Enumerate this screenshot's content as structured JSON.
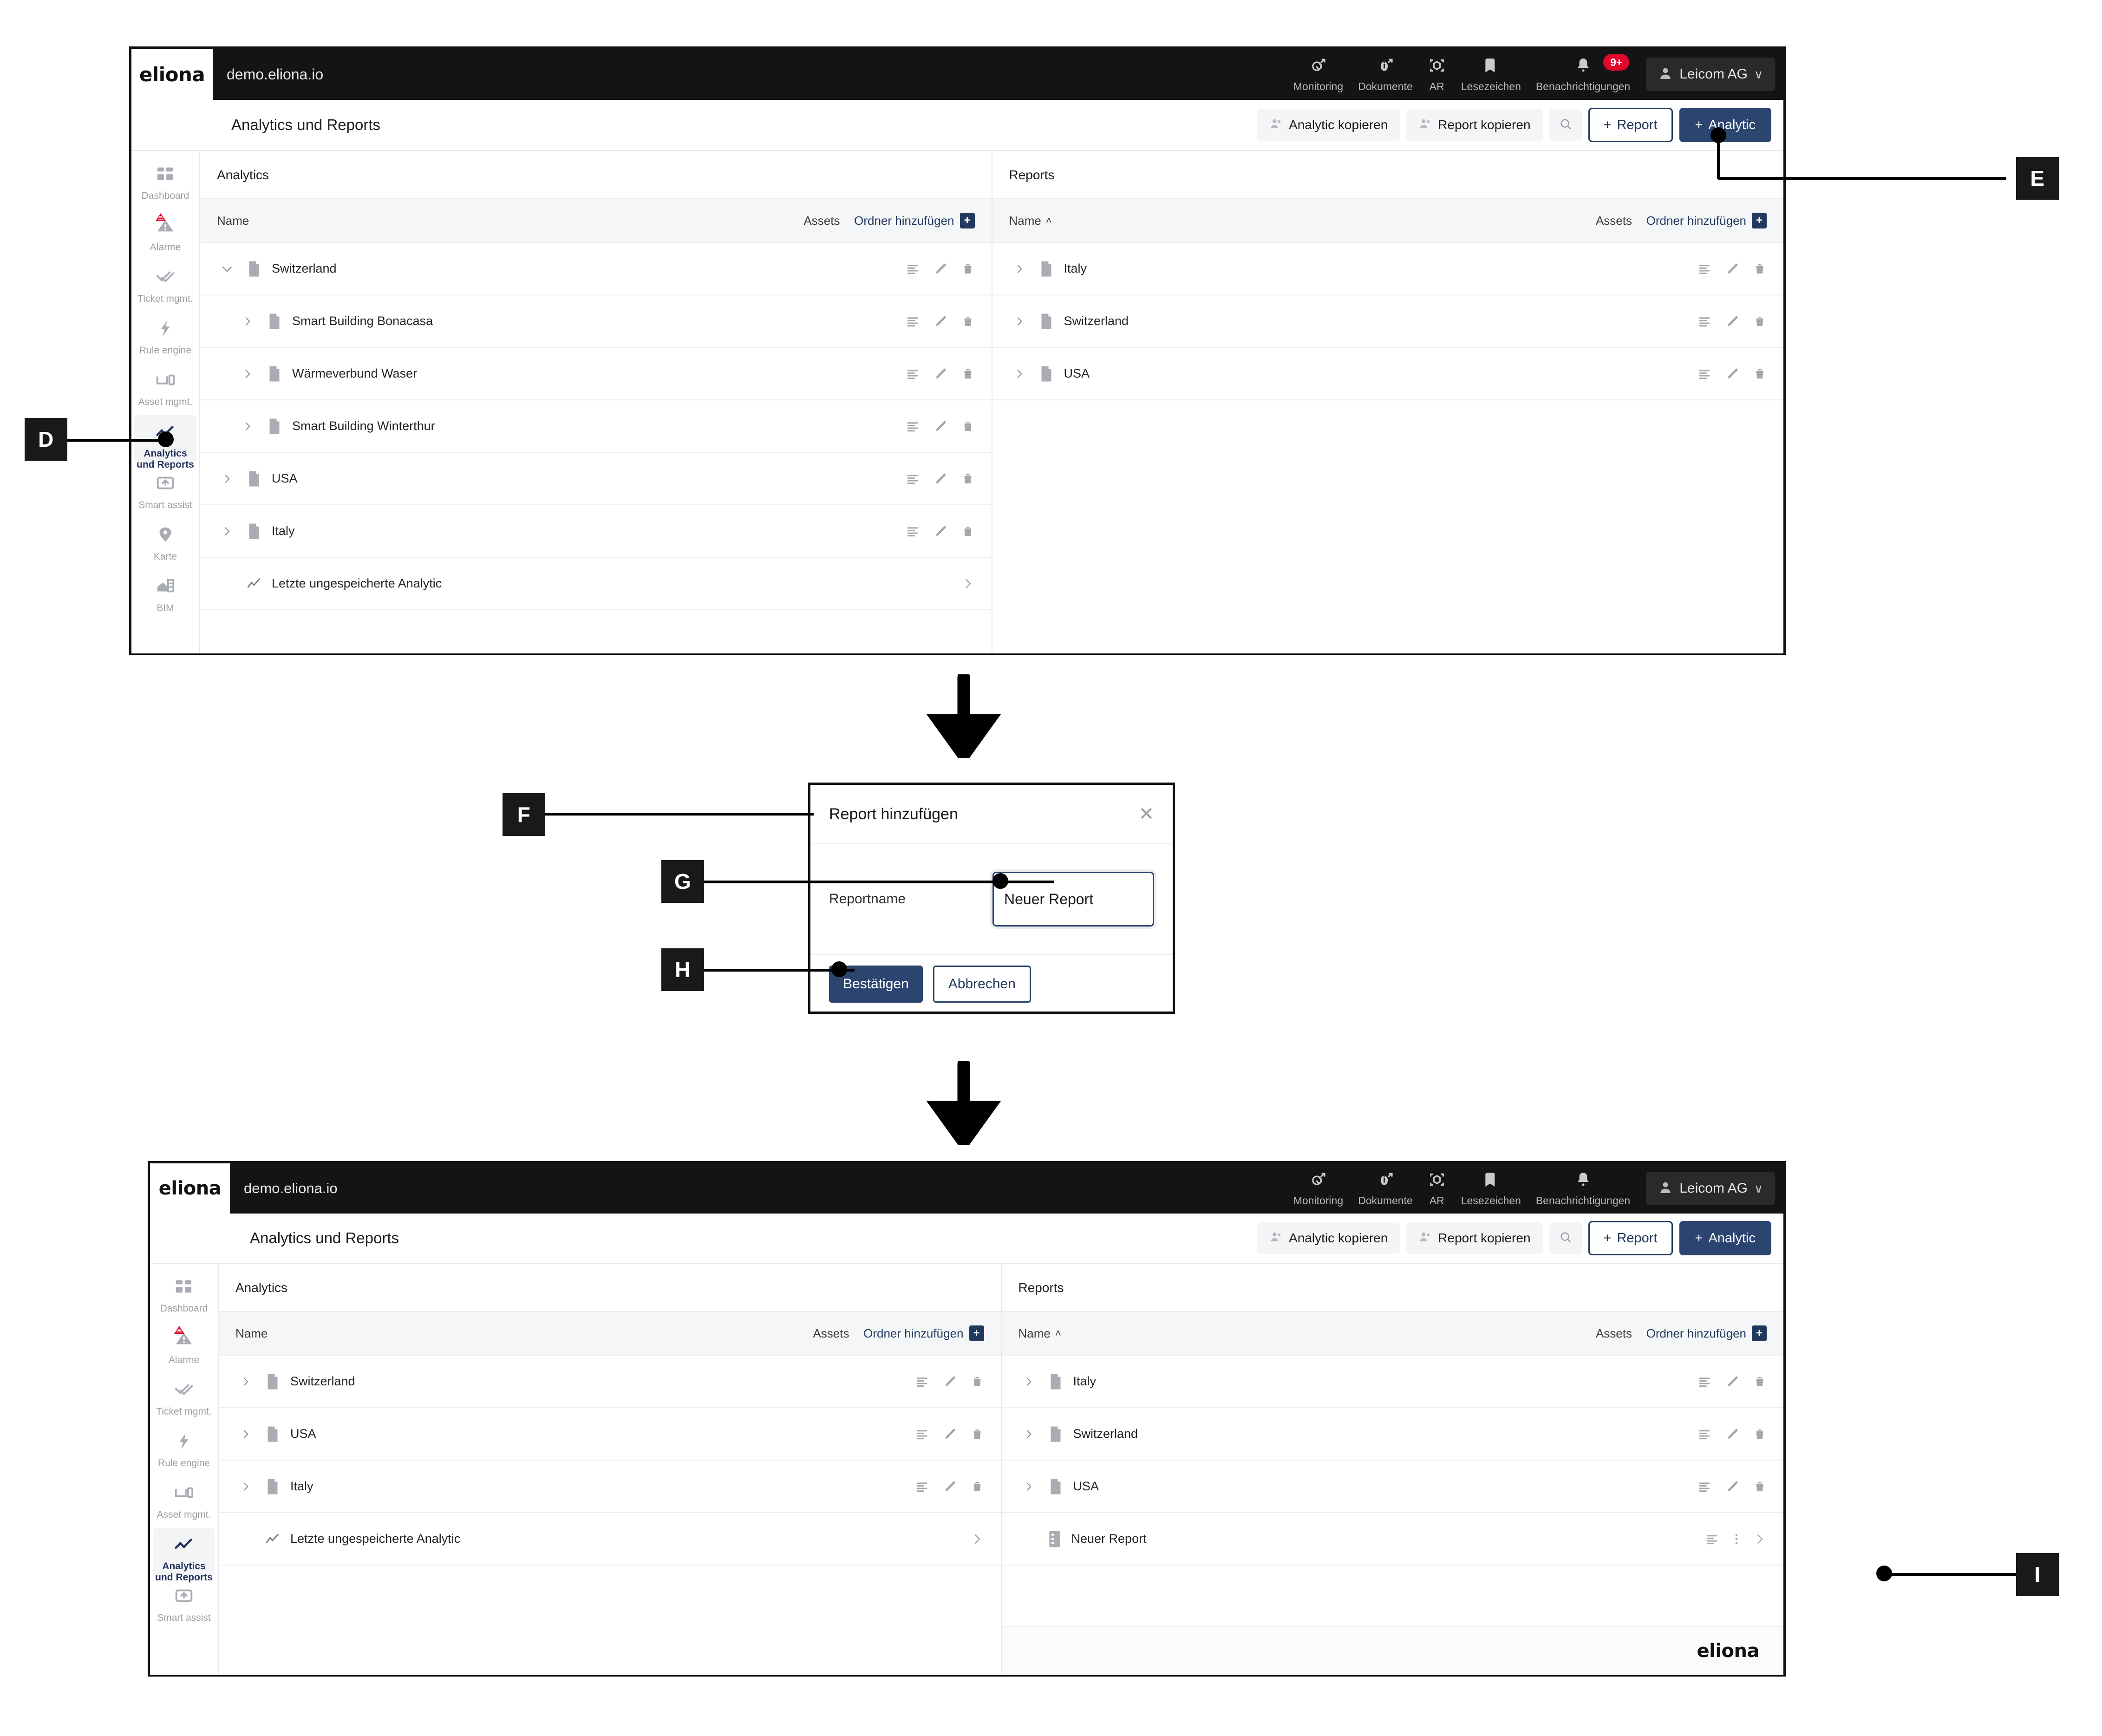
{
  "app": {
    "logo": "eliona",
    "host": "demo.eliona.io",
    "page_title": "Analytics und Reports"
  },
  "topbar_icons": [
    {
      "name": "monitoring",
      "label": "Monitoring",
      "icon": "monitoring-external-icon"
    },
    {
      "name": "dokumente",
      "label": "Dokumente",
      "icon": "documents-external-icon"
    },
    {
      "name": "ar",
      "label": "AR",
      "icon": "ar-scan-icon"
    },
    {
      "name": "lesezeichen",
      "label": "Lesezeichen",
      "icon": "bookmark-icon"
    },
    {
      "name": "benachrichtigungen",
      "label": "Benachrichtigungen",
      "icon": "bell-icon",
      "badge": "9+"
    }
  ],
  "user": {
    "name": "Leicom AG",
    "chevron": "∨"
  },
  "toolbar": {
    "copy_analytic": "Analytic kopieren",
    "copy_report": "Report kopieren",
    "search_icon": "search-icon",
    "add_report": "Report",
    "add_analytic": "Analytic",
    "plus": "+"
  },
  "sidebar": {
    "items": [
      {
        "label": "Dashboard",
        "icon": "dashboard-icon",
        "active": false,
        "alert": false
      },
      {
        "label": "Alarme",
        "icon": "alarm-triangle-icon",
        "active": false,
        "alert": true
      },
      {
        "label": "Ticket mgmt.",
        "icon": "double-check-icon",
        "active": false,
        "alert": false
      },
      {
        "label": "Rule engine",
        "icon": "bolt-icon",
        "active": false,
        "alert": false
      },
      {
        "label": "Asset mgmt.",
        "icon": "device-icon",
        "active": false,
        "alert": false
      },
      {
        "label": "Analytics und Reports",
        "icon": "analytics-line-icon",
        "active": true,
        "alert": false
      },
      {
        "label": "Smart assist",
        "icon": "smart-assist-icon",
        "active": false,
        "alert": false
      },
      {
        "label": "Karte",
        "icon": "map-pin-icon",
        "active": false,
        "alert": false
      },
      {
        "label": "BIM",
        "icon": "bim-icon",
        "active": false,
        "alert": false
      }
    ],
    "items_bottom": [
      {
        "label": "Dashboard",
        "icon": "dashboard-icon",
        "active": false,
        "alert": false
      },
      {
        "label": "Alarme",
        "icon": "alarm-triangle-icon",
        "active": false,
        "alert": true
      },
      {
        "label": "Ticket mgmt.",
        "icon": "double-check-icon",
        "active": false,
        "alert": false
      },
      {
        "label": "Rule engine",
        "icon": "bolt-icon",
        "active": false,
        "alert": false
      },
      {
        "label": "Asset mgmt.",
        "icon": "device-icon",
        "active": false,
        "alert": false
      },
      {
        "label": "Analytics und Reports",
        "icon": "analytics-line-icon",
        "active": true,
        "alert": false
      },
      {
        "label": "Smart assist",
        "icon": "smart-assist-icon",
        "active": false,
        "alert": false
      }
    ]
  },
  "table_labels": {
    "name": "Name",
    "assets": "Assets",
    "add_folder": "Ordner hinzufügen",
    "sort_asc": "˄"
  },
  "step1": {
    "analytics": {
      "title": "Analytics",
      "rows": [
        {
          "label": "Switzerland",
          "type": "folder",
          "indent": 0,
          "expanded": true,
          "actions": [
            "list",
            "edit",
            "delete"
          ]
        },
        {
          "label": "Smart Building Bonacasa",
          "type": "folder",
          "indent": 1,
          "expanded": false,
          "actions": [
            "list",
            "edit",
            "delete"
          ]
        },
        {
          "label": "Wärmeverbund Waser",
          "type": "folder",
          "indent": 1,
          "expanded": false,
          "actions": [
            "list",
            "edit",
            "delete"
          ]
        },
        {
          "label": "Smart Building Winterthur",
          "type": "folder",
          "indent": 1,
          "expanded": false,
          "actions": [
            "list",
            "edit",
            "delete"
          ]
        },
        {
          "label": "USA",
          "type": "folder",
          "indent": 0,
          "expanded": false,
          "actions": [
            "list",
            "edit",
            "delete"
          ]
        },
        {
          "label": "Italy",
          "type": "folder",
          "indent": 0,
          "expanded": false,
          "actions": [
            "list",
            "edit",
            "delete"
          ]
        },
        {
          "label": "Letzte ungespeicherte Analytic",
          "type": "analytic",
          "indent": 0,
          "expanded": false,
          "actions": [
            "chevron"
          ]
        }
      ]
    },
    "reports": {
      "title": "Reports",
      "sorted": true,
      "rows": [
        {
          "label": "Italy",
          "type": "folder",
          "indent": 0,
          "expanded": false,
          "actions": [
            "list",
            "edit",
            "delete"
          ]
        },
        {
          "label": "Switzerland",
          "type": "folder",
          "indent": 0,
          "expanded": false,
          "actions": [
            "list",
            "edit",
            "delete"
          ]
        },
        {
          "label": "USA",
          "type": "folder",
          "indent": 0,
          "expanded": false,
          "actions": [
            "list",
            "edit",
            "delete"
          ]
        }
      ]
    }
  },
  "modal": {
    "title": "Report hinzufügen",
    "close": "✕",
    "field_label": "Reportname",
    "field_value": "Neuer Report",
    "confirm": "Bestätigen",
    "cancel": "Abbrechen"
  },
  "step2": {
    "analytics": {
      "title": "Analytics",
      "rows": [
        {
          "label": "Switzerland",
          "type": "folder",
          "indent": 0,
          "expanded": false,
          "actions": [
            "list",
            "edit",
            "delete"
          ]
        },
        {
          "label": "USA",
          "type": "folder",
          "indent": 0,
          "expanded": false,
          "actions": [
            "list",
            "edit",
            "delete"
          ]
        },
        {
          "label": "Italy",
          "type": "folder",
          "indent": 0,
          "expanded": false,
          "actions": [
            "list",
            "edit",
            "delete"
          ]
        },
        {
          "label": "Letzte ungespeicherte Analytic",
          "type": "analytic",
          "indent": 0,
          "expanded": false,
          "actions": [
            "chevron"
          ]
        }
      ]
    },
    "reports": {
      "title": "Reports",
      "sorted": true,
      "rows": [
        {
          "label": "Italy",
          "type": "folder",
          "indent": 0,
          "expanded": false,
          "actions": [
            "list",
            "edit",
            "delete"
          ]
        },
        {
          "label": "Switzerland",
          "type": "folder",
          "indent": 0,
          "expanded": false,
          "actions": [
            "list",
            "edit",
            "delete"
          ]
        },
        {
          "label": "USA",
          "type": "folder",
          "indent": 0,
          "expanded": false,
          "actions": [
            "list",
            "edit",
            "delete"
          ]
        },
        {
          "label": "Neuer Report",
          "type": "report",
          "indent": 0,
          "expanded": false,
          "actions": [
            "list",
            "kebab",
            "chevron"
          ]
        }
      ]
    },
    "footer_logo": "eliona"
  },
  "callouts": [
    {
      "id": "D",
      "letter": "D"
    },
    {
      "id": "E",
      "letter": "E"
    },
    {
      "id": "F",
      "letter": "F"
    },
    {
      "id": "G",
      "letter": "G"
    },
    {
      "id": "H",
      "letter": "H"
    },
    {
      "id": "I",
      "letter": "I"
    }
  ],
  "colors": {
    "accent": "#2b4570",
    "accent_text": "#21395e",
    "topbar": "#141414",
    "alert_red": "#e2062c",
    "muted": "#9b9ea3"
  }
}
